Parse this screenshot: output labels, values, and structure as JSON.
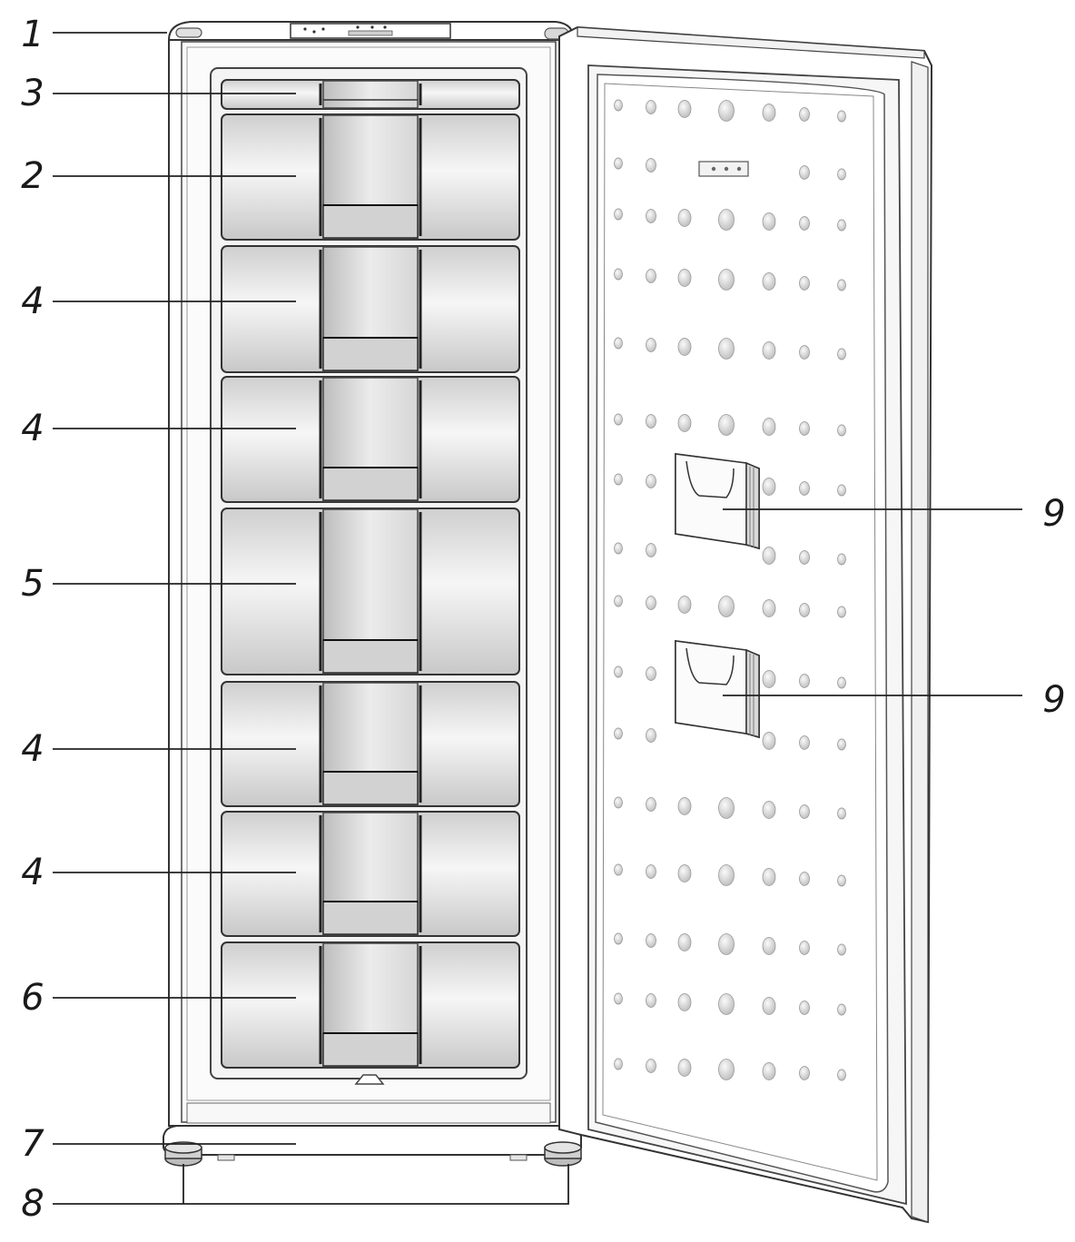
{
  "callouts": [
    {
      "id": "c1",
      "label": "1",
      "part": "control-panel"
    },
    {
      "id": "c3",
      "label": "3",
      "part": "top-drawer"
    },
    {
      "id": "c2",
      "label": "2",
      "part": "drawer"
    },
    {
      "id": "c4a",
      "label": "4",
      "part": "drawer"
    },
    {
      "id": "c4b",
      "label": "4",
      "part": "drawer"
    },
    {
      "id": "c5",
      "label": "5",
      "part": "large-drawer"
    },
    {
      "id": "c4c",
      "label": "4",
      "part": "drawer"
    },
    {
      "id": "c4d",
      "label": "4",
      "part": "drawer"
    },
    {
      "id": "c6",
      "label": "6",
      "part": "bottom-drawer"
    },
    {
      "id": "c7",
      "label": "7",
      "part": "base-plinth"
    },
    {
      "id": "c8",
      "label": "8",
      "part": "adjustable-feet"
    },
    {
      "id": "c9a",
      "label": "9",
      "part": "door-pocket"
    },
    {
      "id": "c9b",
      "label": "9",
      "part": "door-pocket"
    }
  ],
  "colors": {
    "outline": "#333333",
    "drawer_fill": "#d4d4d4",
    "drawer_highlight": "#f4f4f4",
    "dimple": "#dedede",
    "background": "#ffffff"
  }
}
